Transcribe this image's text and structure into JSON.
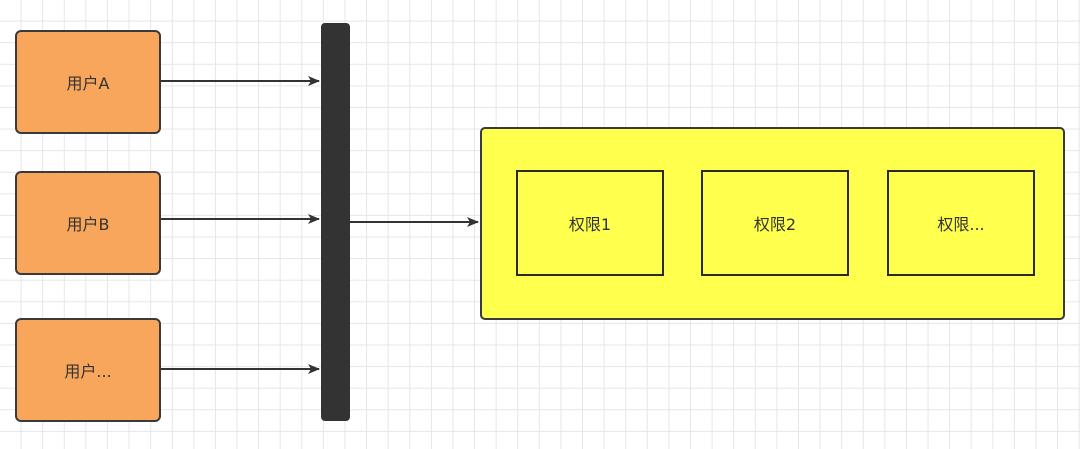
{
  "colors": {
    "user_fill": "#f8a65b",
    "bus_fill": "#333333",
    "group_fill": "#ffff4d",
    "edge": "#333333"
  },
  "users": [
    {
      "label": "用户A"
    },
    {
      "label": "用户B"
    },
    {
      "label": "用户..."
    }
  ],
  "permissions": [
    {
      "label": "权限1"
    },
    {
      "label": "权限2"
    },
    {
      "label": "权限..."
    }
  ]
}
